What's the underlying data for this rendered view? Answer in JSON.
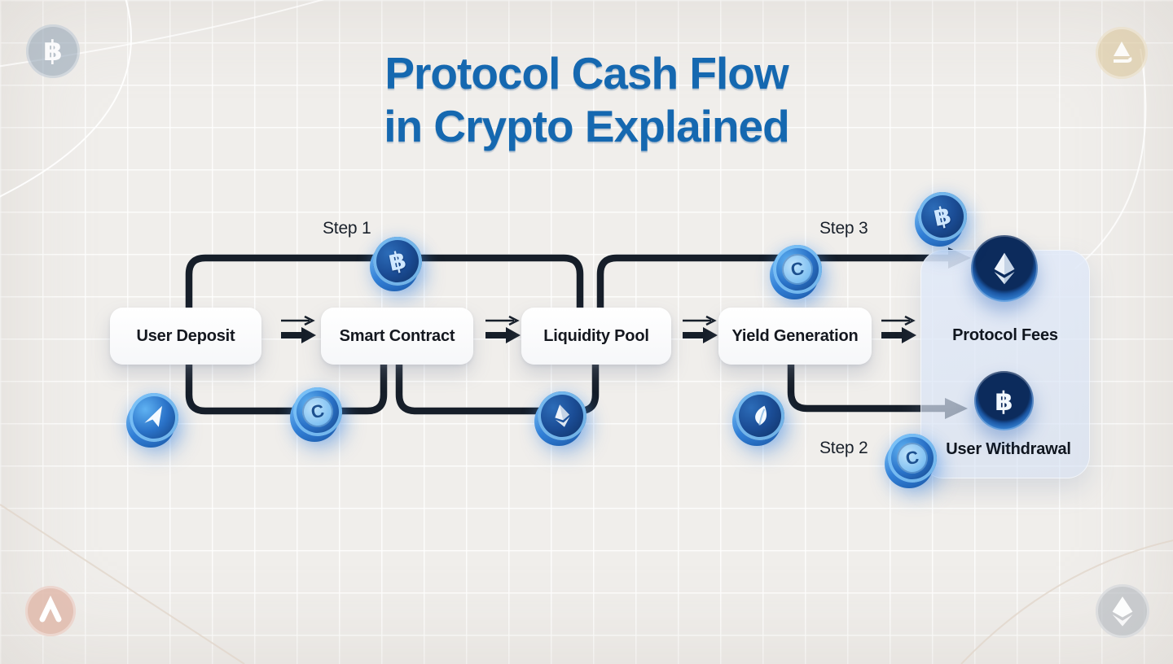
{
  "title": {
    "line1": "Protocol Cash Flow",
    "line2": "in Crypto Explained"
  },
  "steps": [
    {
      "id": "step-1",
      "label": "Step 1"
    },
    {
      "id": "step-2",
      "label": "Step 2"
    },
    {
      "id": "step-3",
      "label": "Step 3"
    }
  ],
  "nodes": [
    {
      "label": "User Deposit"
    },
    {
      "label": "Smart Contract"
    },
    {
      "label": "Liquidity Pool"
    },
    {
      "label": "Yield Generation"
    }
  ],
  "panel": {
    "fees_label": "Protocol Fees",
    "withdrawal_label": "User Withdrawal"
  },
  "icons": {
    "bitcoin_glyph": "฿",
    "coin_c_glyph": "C",
    "names": [
      "bitcoin-coin",
      "ethereum-coin",
      "usd-c-coin",
      "send-arrow-coin",
      "leaf-coin",
      "chevron-coin"
    ]
  },
  "colors": {
    "title": "#1568b0",
    "flow_line": "#161e29",
    "coin_blue": "#2f7fd8",
    "panel_bg": "#dbe5f5",
    "background": "#f0eeeb"
  }
}
